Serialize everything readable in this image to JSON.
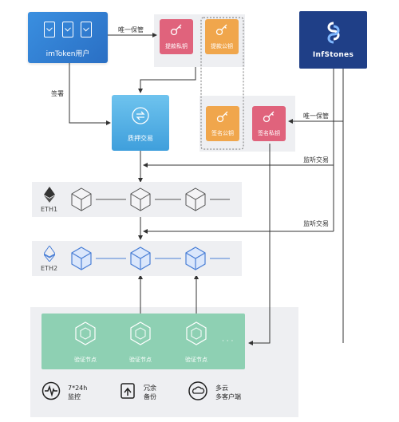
{
  "imtoken": {
    "label": "imToken用户"
  },
  "labels": {
    "unique_custody_top": "唯一保管",
    "unique_custody_right": "唯一保管",
    "sign": "签署",
    "listen_tx_1": "监听交易",
    "listen_tx_2": "监听交易"
  },
  "keys": {
    "withdraw_private": "提款私钥",
    "withdraw_public": "提款公钥",
    "sign_public": "签名公钥",
    "sign_private": "签名私钥"
  },
  "infstones": {
    "label": "InfStones"
  },
  "mortgage": {
    "label": "质押交易"
  },
  "chains": {
    "eth1": "ETH1",
    "eth2": "ETH2"
  },
  "validators": {
    "node_label": "验证节点",
    "more": "· · ·"
  },
  "features": [
    {
      "line1": "7*24h",
      "line2": "监控",
      "icon": "pulse-icon"
    },
    {
      "line1": "冗余",
      "line2": "备份",
      "icon": "backup-icon"
    },
    {
      "line1": "多云",
      "line2": "多客户端",
      "icon": "cloud-icon"
    }
  ],
  "colors": {
    "imtoken_blue": "#2a6fc4",
    "infstones_navy": "#1f3f87",
    "key_pink": "#e0637c",
    "key_orange": "#f0a64c",
    "mortgage_blue": "#4ba8e0",
    "validator_green": "#8ed0b3",
    "eth2_blue": "#4a7fd6",
    "panel_grey": "#eeeff2"
  }
}
